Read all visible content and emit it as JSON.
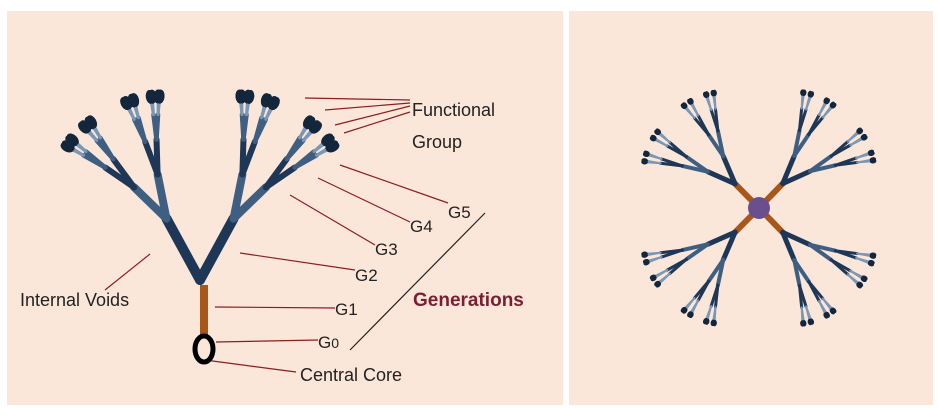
{
  "labels": {
    "functional": "Functional",
    "group": "Group",
    "g5": "G5",
    "g4": "G4",
    "g3": "G3",
    "g2": "G2",
    "g1": "G1",
    "g0": "G0",
    "generations": "Generations",
    "internal_voids": "Internal Voids",
    "central_core": "Central Core"
  },
  "colors": {
    "background": "#fbe6da",
    "branch_dark": "#1e3756",
    "branch_mid": "#3e5e82",
    "branch_light": "#7a97b6",
    "terminal": "#13263c",
    "connector": "#a8571b",
    "core_fill": "#6a4f8e",
    "core_ring": "#000000",
    "leader": "#8c1e1e",
    "generations_text": "#7a1f33"
  }
}
